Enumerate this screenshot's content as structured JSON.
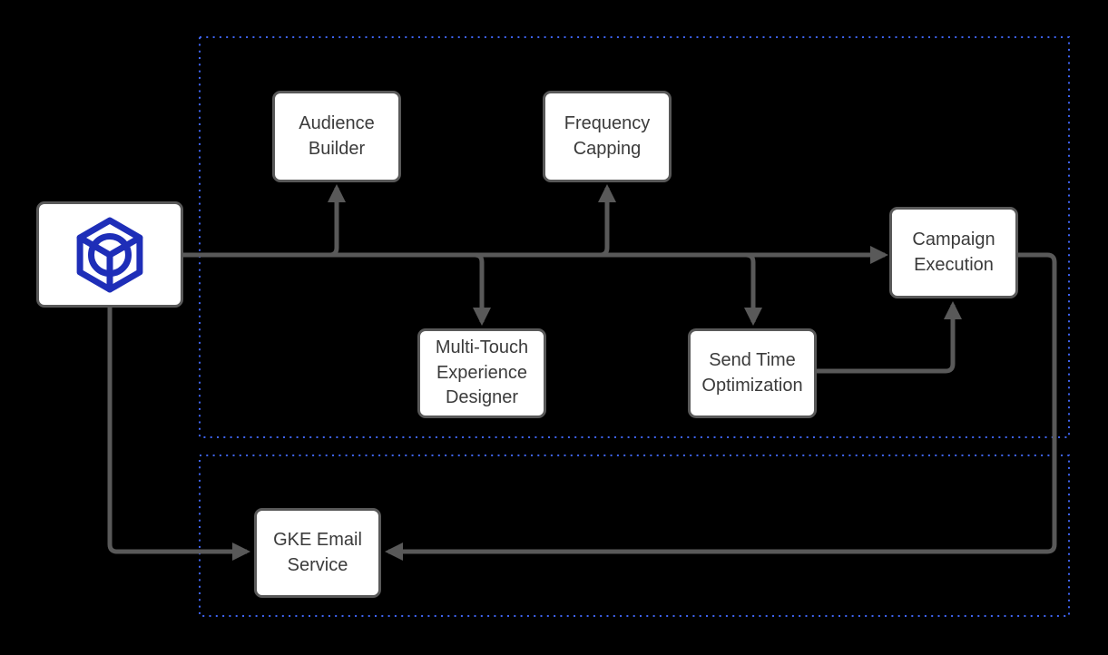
{
  "diagram": {
    "type": "flowchart",
    "colors": {
      "background": "#000000",
      "node_fill": "#ffffff",
      "node_border": "#595959",
      "connector": "#595959",
      "label_text": "#3b3b3b",
      "container_border": "#3e63f0",
      "source_icon_blue": "#1e2eb8"
    },
    "nodes": {
      "source": {
        "label": "",
        "icon": "cube-circle-icon"
      },
      "audience_builder": {
        "label": "Audience Builder"
      },
      "frequency_capping": {
        "label": "Frequency Capping"
      },
      "multi_touch_experience_designer": {
        "label": "Multi-Touch Experience Designer"
      },
      "send_time_optimization": {
        "label": "Send Time Optimization"
      },
      "campaign_execution": {
        "label": "Campaign Execution"
      },
      "gke_email_service": {
        "label": "GKE Email Service"
      }
    },
    "edges": [
      {
        "from": "source",
        "to": "campaign_execution"
      },
      {
        "from": "source",
        "to": "audience_builder"
      },
      {
        "from": "source",
        "to": "frequency_capping"
      },
      {
        "from": "source",
        "to": "multi_touch_experience_designer"
      },
      {
        "from": "source",
        "to": "send_time_optimization"
      },
      {
        "from": "send_time_optimization",
        "to": "campaign_execution"
      },
      {
        "from": "campaign_execution",
        "to": "gke_email_service"
      },
      {
        "from": "source",
        "to": "gke_email_service"
      }
    ],
    "containers": {
      "count": 2,
      "border_style": "dotted",
      "labels": [
        "",
        ""
      ]
    }
  }
}
